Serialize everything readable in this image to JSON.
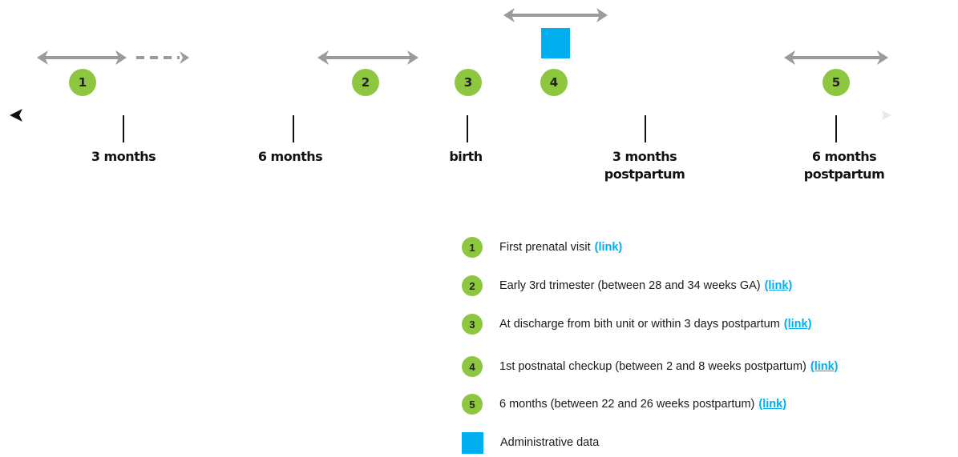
{
  "timeline": {
    "tick_labels": [
      {
        "lines": [
          "3 months"
        ]
      },
      {
        "lines": [
          "6 months"
        ]
      },
      {
        "lines": [
          "birth"
        ]
      },
      {
        "lines": [
          "3 months",
          "postpartum"
        ]
      },
      {
        "lines": [
          "6 months",
          "postpartum"
        ]
      }
    ],
    "markers": [
      "1",
      "2",
      "3",
      "4",
      "5"
    ]
  },
  "legend": {
    "items": [
      {
        "badge": "1",
        "text": "First prenatal visit",
        "link": "(link)",
        "underline": false
      },
      {
        "badge": "2",
        "text": "Early 3rd trimester (between 28 and 34 weeks GA)",
        "link": "(link)",
        "underline": true
      },
      {
        "badge": "3",
        "text": "At discharge from bith unit or within 3 days postpartum",
        "link": "(link)",
        "underline": true
      },
      {
        "badge": "4",
        "text": "1st postnatal checkup (between 2 and 8 weeks postpartum)",
        "link": "(link)",
        "underline": true
      },
      {
        "badge": "5",
        "text": "6 months (between 22 and 26 weeks postpartum)",
        "link": "(link)",
        "underline": true
      }
    ],
    "admin_label": "Administrative data"
  },
  "colors": {
    "marker_green": "#8dc63f",
    "admin_blue": "#00aeef",
    "arrow_gray": "#9b9b9b",
    "axis": "#111111",
    "link": "#00aeef"
  }
}
